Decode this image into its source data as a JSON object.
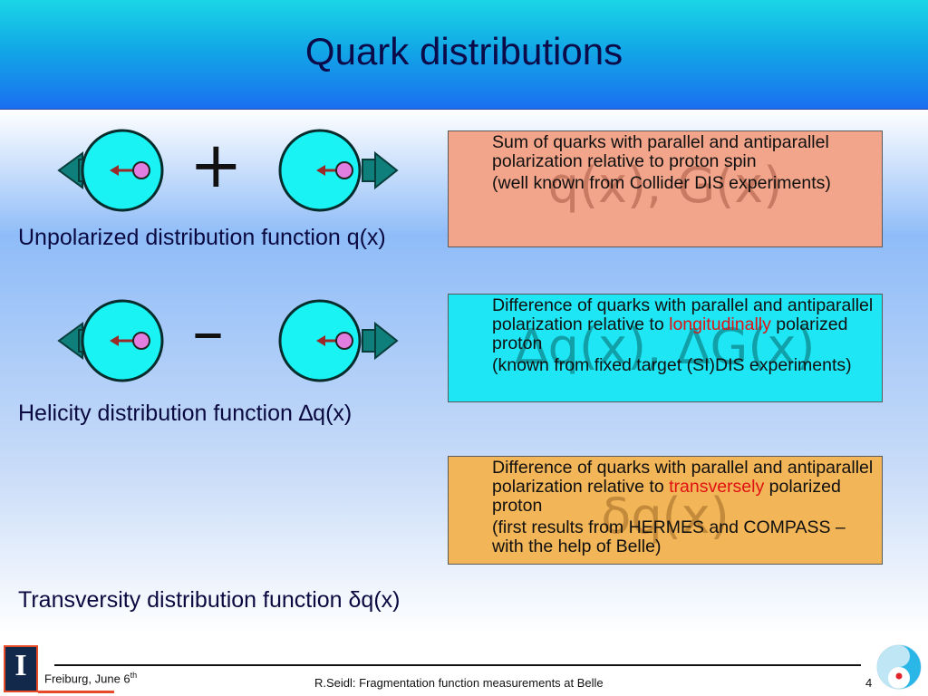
{
  "slide": {
    "title": "Quark distributions",
    "rows": [
      {
        "label": "Unpolarized distribution function q(x)",
        "operator": "+",
        "overlay": "q(x), G(x)",
        "lines": [
          "Sum of quarks with parallel and antiparallel polarization relative to proton spin",
          "(well known from Collider DIS experiments)"
        ]
      },
      {
        "label": "Helicity distribution function ∆q(x)",
        "operator": "–",
        "overlay": "∆q(x), ∆G(x)",
        "line1_pre": "Difference of quarks with parallel and antiparallel polarization relative to",
        "line1_highlight": "longitudinally",
        "line1_post": " polarized proton",
        "line2": "(known from fixed target (SI)DIS experiments)"
      },
      {
        "label": "Transversity distribution function δq(x)",
        "overlay": "δq(x)",
        "line1_pre": "Difference of quarks with parallel and antiparallel polarization relative to",
        "line1_highlight": "transversely",
        "line1_post": " polarized proton",
        "line2": "(first results from HERMES and COMPASS – with the help of Belle)"
      }
    ]
  },
  "footer": {
    "location": "Freiburg, June 6",
    "location_sup": "th",
    "center": "R.Seidl: Fragmentation function measurements at Belle",
    "page": "4",
    "logo_letter": "I"
  },
  "colors": {
    "header_top": "#1ad6e6",
    "header_bottom": "#1a6ff0",
    "box1": "#f2a58a",
    "box2": "#1fe6f5",
    "box3": "#f2b557",
    "highlight": "#e01212",
    "nucleon": "#19f3f3",
    "quark": "#e27ee0",
    "arrow": "#0e7f7b"
  },
  "icons": [
    "nucleon-icon",
    "spin-arrow-icon",
    "university-logo-icon",
    "belle-logo-icon"
  ]
}
